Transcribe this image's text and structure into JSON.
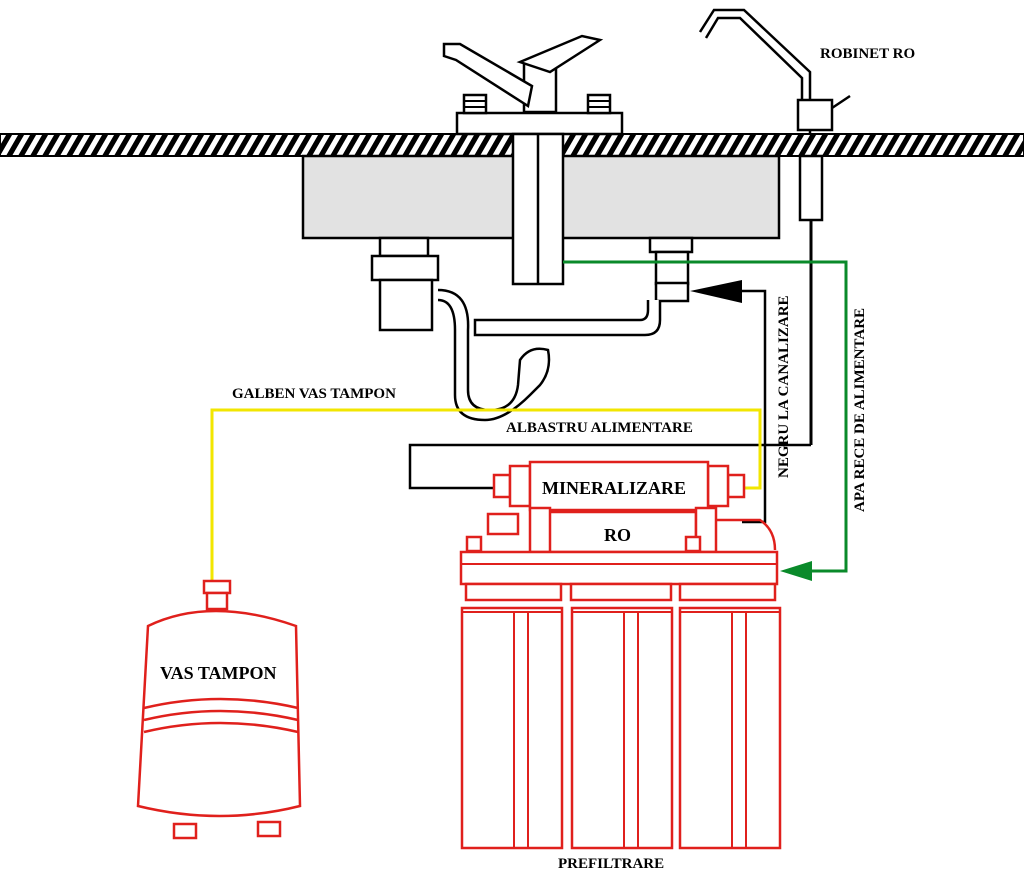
{
  "labels": {
    "robinet_ro": "ROBINET  RO",
    "galben_vas_tampon": "GALBEN  VAS  TAMPON",
    "albastru_alimentare": "ALBASTRU    ALIMENTARE",
    "negru_la_canalizare": "NEGRU LA CANALIZARE",
    "apa_rece_de_alimentare": "APA RECE DE ALIMENTARE",
    "mineralizare": "MINERALIZARE",
    "ro": "RO",
    "vas_tampon": "VAS  TAMPON",
    "prefiltrare": "PREFILTRARE"
  },
  "colors": {
    "equipment_outline": "#e0201c",
    "yellow_tube": "#f2e600",
    "green_tube": "#0a8a2a",
    "black_tube": "#000000",
    "hatch_counter": "#000000",
    "sink_fill": "#e2e2e2"
  }
}
